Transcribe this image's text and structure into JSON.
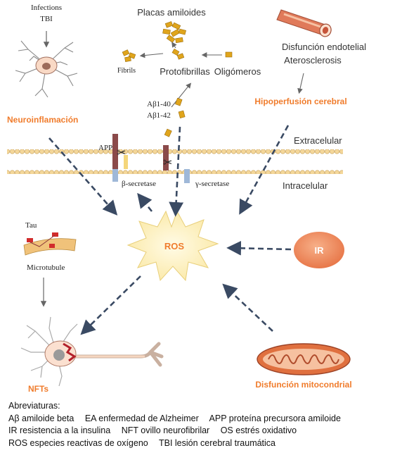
{
  "labels": {
    "infections": "Infections",
    "tbi": "TBI",
    "placas": "Placas amiloides",
    "fibrils": "Fibrils",
    "protofibrillas": "Protofibrillas",
    "oligomeros": "Oligómeros",
    "disfuncion_endotelial": "Disfunción endotelial",
    "aterosclerosis": "Aterosclerosis",
    "hipoperfusion": "Hipoperfusión cerebral",
    "neuroinflamacion": "Neuroinflamación",
    "ab40": "Aβ1-40",
    "ab42": "Aβ1-42",
    "app": "APP",
    "extracelular": "Extracelular",
    "intracelular": "Intracelular",
    "beta_secretase": "β-secretase",
    "gamma_secretase": "γ-secretase",
    "tau": "Tau",
    "microtubule": "Microtubule",
    "ros": "ROS",
    "ir": "IR",
    "nfts": "NFTs",
    "disfuncion_mitocondrial": "Disfunción mitocondrial"
  },
  "abbrev": {
    "title": "Abreviaturas:",
    "line1": [
      "Aβ amiloide beta",
      "EA enfermedad de Alzheimer",
      "APP proteína precursora amiloide"
    ],
    "line2": [
      "IR resistencia a la insulina",
      "NFT ovillo neurofibrilar",
      "OS estrés oxidativo"
    ],
    "line3": [
      "ROS especies reactivas de oxígeno",
      "TBI lesión cerebral traumática"
    ]
  },
  "colors": {
    "orange": "#f07c2c",
    "arrow_dash": "#3a4a63",
    "membrane": "#f3d9a0",
    "ros_fill": "#fdf3c8",
    "ir_fill": "#f29466",
    "amyloid": "#e0a51c"
  }
}
